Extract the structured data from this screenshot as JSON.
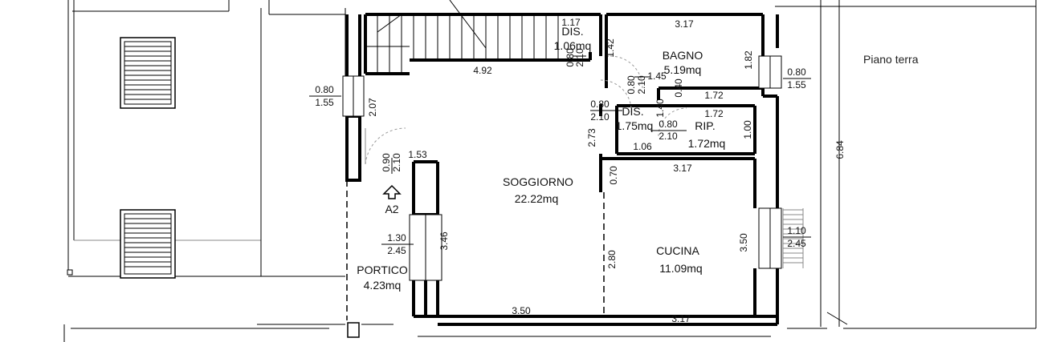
{
  "title": "Piano terra",
  "rooms": {
    "soggiorno": {
      "name": "SOGGIORNO",
      "area": "22.22mq"
    },
    "cucina": {
      "name": "CUCINA",
      "area": "11.09mq"
    },
    "bagno": {
      "name": "BAGNO",
      "area": "5.19mq"
    },
    "dis_top": {
      "name": "DIS.",
      "area": "1.06mq"
    },
    "dis_mid": {
      "name": "DIS.",
      "area": "1.75mq"
    },
    "rip": {
      "name": "RIP.",
      "area": "1.72mq"
    },
    "portico": {
      "name": "PORTICO",
      "area": "4.23mq"
    }
  },
  "marker": "A2",
  "dims": {
    "d_317_top": "3.17",
    "d_117": "1.17",
    "d_492": "4.92",
    "d_142": "1.42",
    "d_182": "1.82",
    "d_080_dis": "0.80",
    "d_210_dis": "2.10",
    "d_080_bagno": "0.80",
    "d_210_bagno": "2.10",
    "d_145": "1.45",
    "d_040": "0.40",
    "d_172_a": "1.72",
    "d_140": "1.40",
    "d_172_b": "1.72",
    "d_080_dis2": "0.80",
    "d_210_dis2": "2.10",
    "d_080_rip": "0.80",
    "d_210_rip": "2.10",
    "d_100": "1.00",
    "d_273": "2.73",
    "d_106": "1.06",
    "d_080_win_l": "0.80",
    "d_155_win_l": "1.55",
    "d_207": "2.07",
    "d_090": "0.90",
    "d_210_door": "2.10",
    "d_153": "1.53",
    "d_080_win_r": "0.80",
    "d_155_win_r": "1.55",
    "d_317_mid": "3.17",
    "d_070": "0.70",
    "d_684": "6.84",
    "d_350_r": "3.50",
    "d_110": "1.10",
    "d_245_r": "2.45",
    "d_130": "1.30",
    "d_245_l": "2.45",
    "d_346": "3.46",
    "d_280": "2.80",
    "d_350_bot": "3.50",
    "d_317_bot": "3.17"
  }
}
